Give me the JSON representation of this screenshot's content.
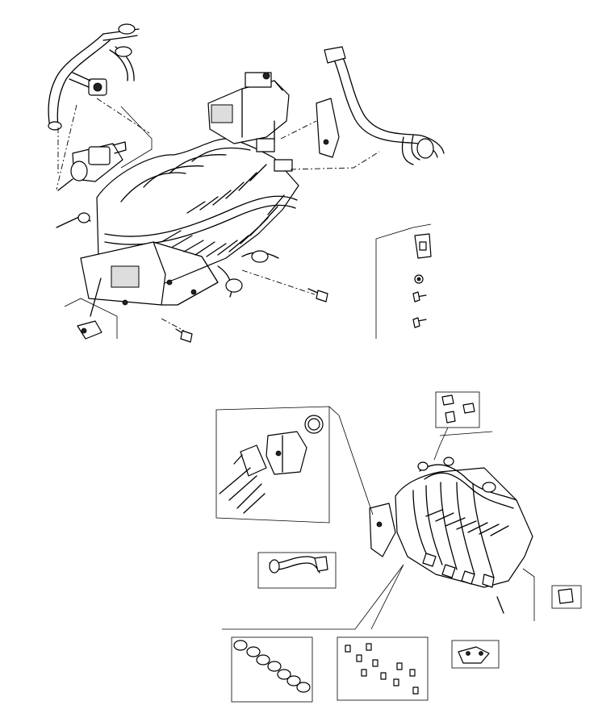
{
  "figure": {
    "description_id": "intake-manifold-exploded-diagram",
    "views": [
      "upper-assembly",
      "lower-assembly"
    ]
  }
}
